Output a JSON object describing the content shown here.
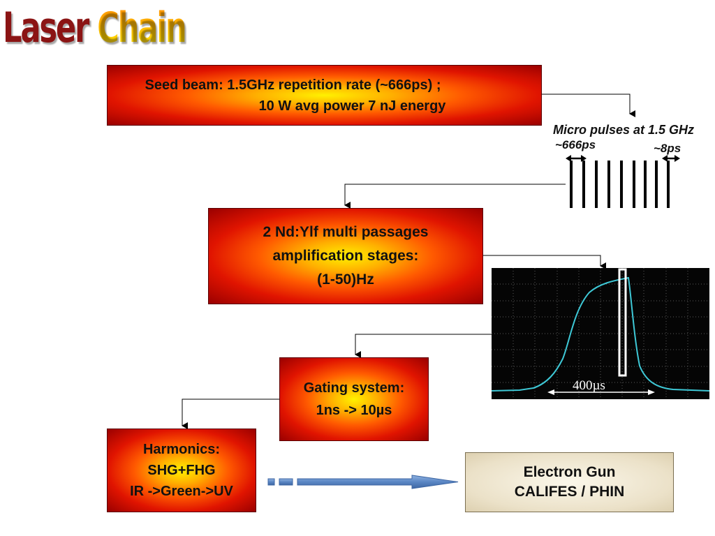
{
  "title": {
    "word1": "Laser",
    "word2": "Chain"
  },
  "seed_box": {
    "line1": "Seed beam: 1.5GHz repetition rate (~666ps) ;",
    "line2": "10 W avg power 7 nJ energy"
  },
  "micro_pulses": {
    "label": "Micro pulses at 1.5 GHz",
    "period": "~666ps",
    "width": "~8ps"
  },
  "amp_box": {
    "line1": "2 Nd:Ylf multi passages",
    "line2": "amplification stages:",
    "line3": "(1-50)Hz"
  },
  "scope": {
    "duration": "400µs"
  },
  "gating_box": {
    "line1": "Gating system:",
    "line2": "1ns -> 10µs"
  },
  "harmonics_box": {
    "line1": "Harmonics:",
    "line2": "SHG+FHG",
    "line3": "IR ->Green->UV"
  },
  "gun_box": {
    "line1": "Electron Gun",
    "line2": "CALIFES / PHIN"
  },
  "colors": {
    "trace": "#3ec8d6",
    "arrow_fill": "#5a86c4",
    "dark_red": "#8b1414",
    "gold": "#ffc800"
  }
}
